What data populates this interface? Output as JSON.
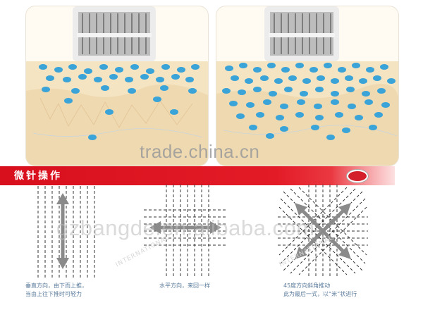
{
  "watermark_top": "trade.china.cn",
  "watermark_bottom": "gzbangde.en.alibaba.com",
  "watermark_logo": "INTERNATIONAL",
  "banner": {
    "title": "微针操作",
    "color": "#e31b27"
  },
  "diagrams": [
    {
      "id": "vertical",
      "caption_lines": [
        "垂直方向，由下而上推，",
        "当由上往下推时可轻力"
      ]
    },
    {
      "id": "horizontal",
      "caption_lines": [
        "水平方向，来回一样"
      ]
    },
    {
      "id": "diagonal",
      "caption_lines": [
        "45度方向斜角推动",
        "此为最后一式，以“米”状进行"
      ]
    }
  ],
  "colors": {
    "dot": "#3aa3d8",
    "skin": "#f5e4c2",
    "roller": "#c9c9c9",
    "dash": "#333333"
  }
}
